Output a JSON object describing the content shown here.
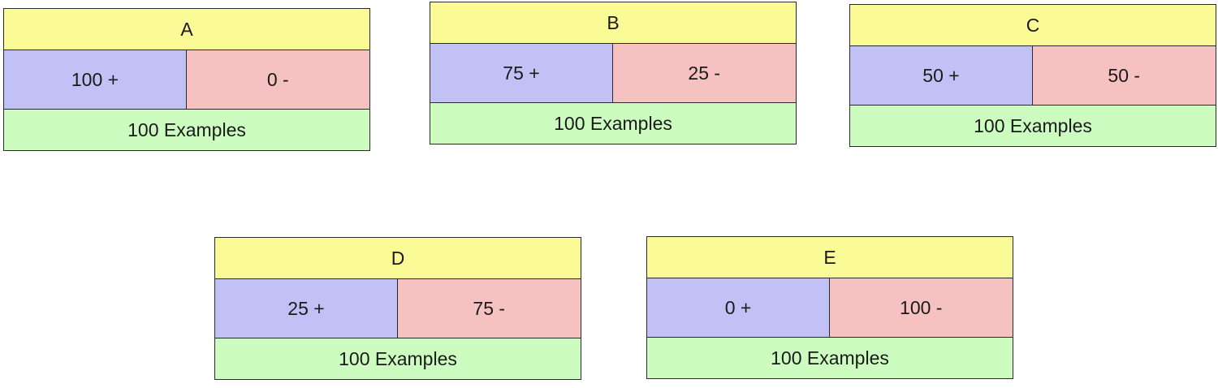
{
  "boxes": [
    {
      "label": "A",
      "positive": "100 +",
      "negative": "0 -",
      "footer": "100 Examples"
    },
    {
      "label": "B",
      "positive": "75 +",
      "negative": "25 -",
      "footer": "100 Examples"
    },
    {
      "label": "C",
      "positive": "50 +",
      "negative": "50 -",
      "footer": "100 Examples"
    },
    {
      "label": "D",
      "positive": "25 +",
      "negative": "75 -",
      "footer": "100 Examples"
    },
    {
      "label": "E",
      "positive": "0 +",
      "negative": "100 -",
      "footer": "100 Examples"
    }
  ],
  "colors": {
    "header": "#fafa96",
    "positive": "#c1c1f5",
    "negative": "#f5c1c1",
    "footer": "#cdfcc1",
    "border": "#2a2a2a"
  }
}
